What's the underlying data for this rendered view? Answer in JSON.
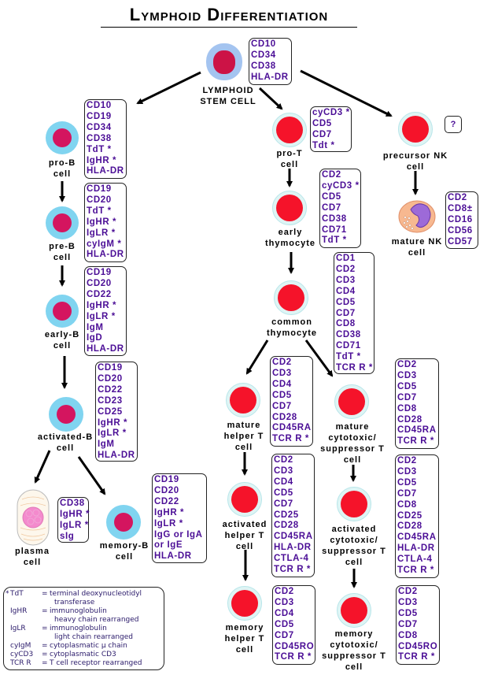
{
  "title": "Lymphoid Differentiation",
  "colors": {
    "marker_text": "#4b0e96",
    "b_cell_cytoplasm": "#80d4f0",
    "b_cell_nucleus": "#d4155f",
    "t_cell_nucleus": "#f5132a",
    "stem_cell_cytoplasm": "#a4c4f0",
    "stem_cell_nucleus": "#cc1346"
  },
  "cells": {
    "stem": {
      "label": [
        "LYMPHOID",
        "STEM CELL"
      ],
      "markers": [
        "CD10",
        "CD34",
        "CD38",
        "HLA-DR"
      ]
    },
    "pro_b": {
      "label": [
        "pro-B",
        "cell"
      ],
      "markers": [
        "CD10",
        "CD19",
        "CD34",
        "CD38",
        "TdT *",
        "IgHR *",
        "HLA-DR"
      ]
    },
    "pre_b": {
      "label": [
        "pre-B",
        "cell"
      ],
      "markers": [
        "CD19",
        "CD20",
        "TdT *",
        "IgHR *",
        "IgLR *",
        "cyIgM *",
        "HLA-DR"
      ]
    },
    "early_b": {
      "label": [
        "early-B",
        "cell"
      ],
      "markers": [
        "CD19",
        "CD20",
        "CD22",
        "IgHR *",
        "IgLR *",
        "IgM",
        "IgD",
        "HLA-DR"
      ]
    },
    "activated_b": {
      "label": [
        "activated-B",
        "cell"
      ],
      "markers": [
        "CD19",
        "CD20",
        "CD22",
        "CD23",
        "CD25",
        "IgHR *",
        "IgLR *",
        "IgM",
        "HLA-DR"
      ]
    },
    "plasma": {
      "label": [
        "plasma",
        "cell"
      ],
      "markers": [
        "CD38",
        "IgHR *",
        "IgLR *",
        "sIg"
      ]
    },
    "memory_b": {
      "label": [
        "memory-B",
        "cell"
      ],
      "markers": [
        "CD19",
        "CD20",
        "CD22",
        "IgHR *",
        "IgLR *",
        "IgG or IgA",
        "or IgE",
        "HLA-DR"
      ]
    },
    "pro_t": {
      "label": [
        "pro-T",
        "cell"
      ],
      "markers": [
        "cyCD3 *",
        "CD5",
        "CD7",
        "Tdt *"
      ]
    },
    "early_thymocyte": {
      "label": [
        "early",
        "thymocyte"
      ],
      "markers": [
        "CD2",
        "cyCD3 *",
        "CD5",
        "CD7",
        "CD38",
        "CD71",
        "TdT *"
      ]
    },
    "common_thymocyte": {
      "label": [
        "common",
        "thymocyte"
      ],
      "markers": [
        "CD1",
        "CD2",
        "CD3",
        "CD4",
        "CD5",
        "CD7",
        "CD8",
        "CD38",
        "CD71",
        "TdT *",
        "TCR R *"
      ]
    },
    "mature_helper_t": {
      "label": [
        "mature",
        "helper T",
        "cell"
      ],
      "markers": [
        "CD2",
        "CD3",
        "CD4",
        "CD5",
        "CD7",
        "CD28",
        "CD45RA",
        "TCR R *"
      ]
    },
    "mature_cytotoxic_t": {
      "label": [
        "mature",
        "cytotoxic/",
        "suppressor T",
        "cell"
      ],
      "markers": [
        "CD2",
        "CD3",
        "CD5",
        "CD7",
        "CD8",
        "CD28",
        "CD45RA",
        "TCR R *"
      ]
    },
    "activated_helper_t": {
      "label": [
        "activated",
        "helper T",
        "cell"
      ],
      "markers": [
        "CD2",
        "CD3",
        "CD4",
        "CD5",
        "CD7",
        "CD25",
        "CD28",
        "CD45RA",
        "HLA-DR",
        "CTLA-4",
        "TCR R *"
      ]
    },
    "activated_cytotoxic_t": {
      "label": [
        "activated",
        "cytotoxic/",
        "suppressor T",
        "cell"
      ],
      "markers": [
        "CD2",
        "CD3",
        "CD5",
        "CD7",
        "CD8",
        "CD25",
        "CD28",
        "CD45RA",
        "HLA-DR",
        "CTLA-4",
        "TCR R *"
      ]
    },
    "memory_helper_t": {
      "label": [
        "memory",
        "helper T",
        "cell"
      ],
      "markers": [
        "CD2",
        "CD3",
        "CD4",
        "CD5",
        "CD7",
        "CD45RO",
        "TCR R *"
      ]
    },
    "memory_cytotoxic_t": {
      "label": [
        "memory",
        "cytotoxic/",
        "suppressor T",
        "cell"
      ],
      "markers": [
        "CD2",
        "CD3",
        "CD5",
        "CD7",
        "CD8",
        "CD45RO",
        "TCR R *"
      ]
    },
    "precursor_nk": {
      "label": [
        "precursor NK",
        "cell"
      ],
      "markers": [
        "?"
      ]
    },
    "mature_nk": {
      "label": [
        "mature NK",
        "cell"
      ],
      "markers": [
        "CD2",
        "CD8±",
        "CD16",
        "CD56",
        "CD57"
      ]
    }
  },
  "legend": {
    "star": "*",
    "entries": [
      {
        "abbr": "TdT",
        "eq": "=",
        "def": [
          "terminal deoxynucleotidyl",
          "transferase"
        ]
      },
      {
        "abbr": "IgHR",
        "eq": "=",
        "def": [
          "immunoglobulin",
          "heavy chain rearranged"
        ]
      },
      {
        "abbr": "IgLR",
        "eq": "=",
        "def": [
          "immunoglobulin",
          "light chain rearranged"
        ]
      },
      {
        "abbr": "cyIgM",
        "eq": "=",
        "def": [
          "cytoplasmatic μ chain"
        ]
      },
      {
        "abbr": "cyCD3",
        "eq": "=",
        "def": [
          "cytoplasmatic CD3"
        ]
      },
      {
        "abbr": "TCR R",
        "eq": "=",
        "def": [
          "T cell receptor rearranged"
        ]
      }
    ]
  }
}
